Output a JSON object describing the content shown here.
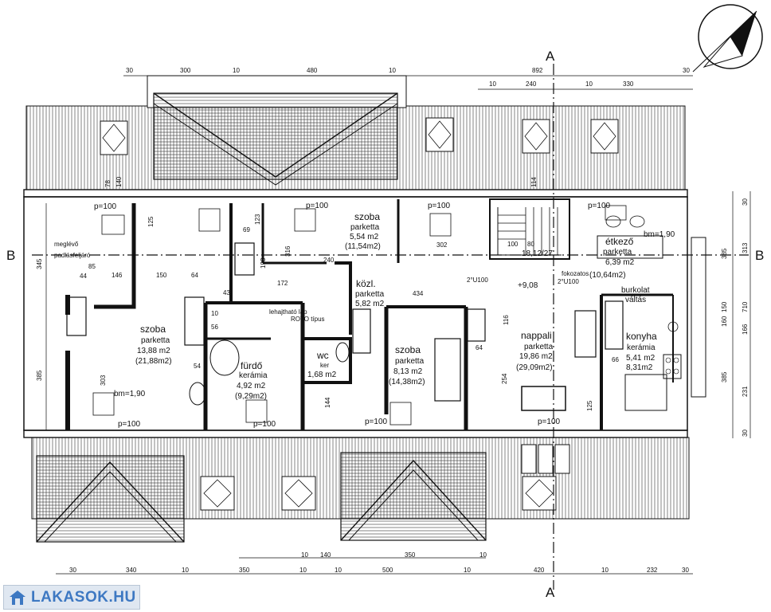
{
  "rooms": {
    "szoba_left": {
      "name": "szoba",
      "floor": "parketta",
      "area": "13,88 m2",
      "area2": "(21,88m2)"
    },
    "furdo": {
      "name": "fürdő",
      "floor": "kerámia",
      "area": "4,92 m2",
      "area2": "(9,29m2)"
    },
    "wc": {
      "name": "wc",
      "floor": "ker",
      "area": "1,68 m2"
    },
    "szoba_top": {
      "name": "szoba",
      "floor": "parketta",
      "area": "5,54 m2",
      "area2": "(11,54m2)"
    },
    "kozl": {
      "name": "közl.",
      "floor": "parketta",
      "area": "5,82 m2"
    },
    "szoba_center": {
      "name": "szoba",
      "floor": "parketta",
      "area": "8,13 m2",
      "area2": "(14,38m2)"
    },
    "nappali": {
      "name": "nappali",
      "floor": "parketta",
      "area": "19,86 m2",
      "area2": "(29,09m2)"
    },
    "etkezo": {
      "name": "étkező",
      "floor": "parketta",
      "area": "6,39 m2",
      "area2": "(10,64m2)"
    },
    "konyha": {
      "name": "konyha",
      "floor": "kerámia",
      "area": "5,41 m2",
      "area2": "8,31m2"
    }
  },
  "labels": {
    "p100": "p=100",
    "bm190": "bm=1,90",
    "level": "+9,08",
    "stair": "18,12/27",
    "burkolat": "burkolat",
    "valtas": "váltás",
    "megleve": "meglévő",
    "padlo": "padlásfeljáró",
    "lap": "lehajtható lap",
    "roto": "ROTO típus",
    "szoszop": "2°U100",
    "stair_note": "fokozatos",
    "section_a": "A",
    "section_b": "B"
  },
  "dimensions": {
    "top": [
      "30",
      "300",
      "10",
      "480",
      "10",
      "892",
      "10",
      "240",
      "10",
      "330",
      "30"
    ],
    "bottom": [
      "30",
      "340",
      "10",
      "350",
      "10",
      "140",
      "10",
      "500",
      "10",
      "420",
      "10",
      "232",
      "30"
    ],
    "bottom2": [
      "10",
      "350",
      "10"
    ],
    "right": [
      "30",
      "313",
      "385",
      "150",
      "160",
      "710",
      "166",
      "385",
      "231",
      "30"
    ],
    "left": [
      "345",
      "385"
    ],
    "interior": [
      "78",
      "140",
      "125",
      "193",
      "316",
      "123",
      "69",
      "172",
      "150",
      "64",
      "85",
      "146",
      "44",
      "240",
      "302",
      "434",
      "144",
      "254",
      "116",
      "125",
      "303",
      "114",
      "80",
      "100",
      "64",
      "66",
      "43",
      "56",
      "10",
      "54"
    ]
  },
  "watermark": {
    "text": "LAKASOK.HU"
  },
  "colors": {
    "line": "#111111",
    "watermark_bg": "#dfe7f1",
    "watermark_text": "#3d78c2"
  }
}
